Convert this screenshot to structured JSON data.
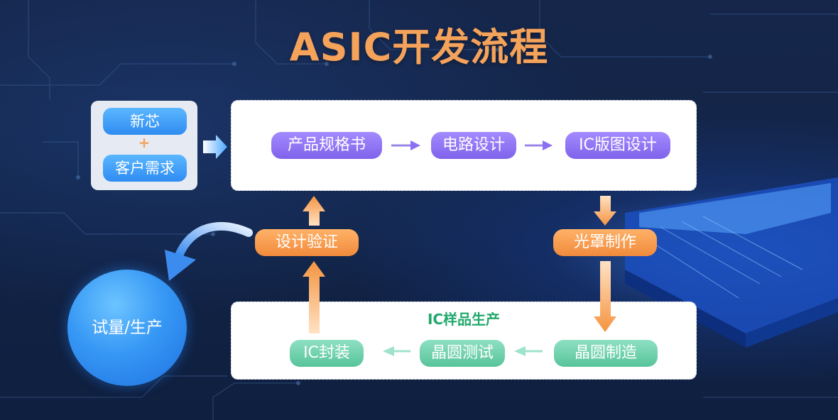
{
  "title": "ASIC开发流程",
  "input": {
    "top": "新芯",
    "plus": "+",
    "bottom": "客户需求"
  },
  "design_steps": [
    "产品规格书",
    "电路设计",
    "IC版图设计"
  ],
  "mask": "光罩制作",
  "verification": "设计验证",
  "sample": {
    "title": "IC样品生产",
    "steps": [
      "晶圆制造",
      "晶圆测试",
      "IC封装"
    ]
  },
  "output": "试量/生产",
  "colors": {
    "title": "#f5a25a",
    "design_step": "#8b70f2",
    "process_step": "#f59a4a",
    "sample_step": "#6dd0ab",
    "sample_title": "#20a86a",
    "input_pill": "#3d9cf5"
  }
}
